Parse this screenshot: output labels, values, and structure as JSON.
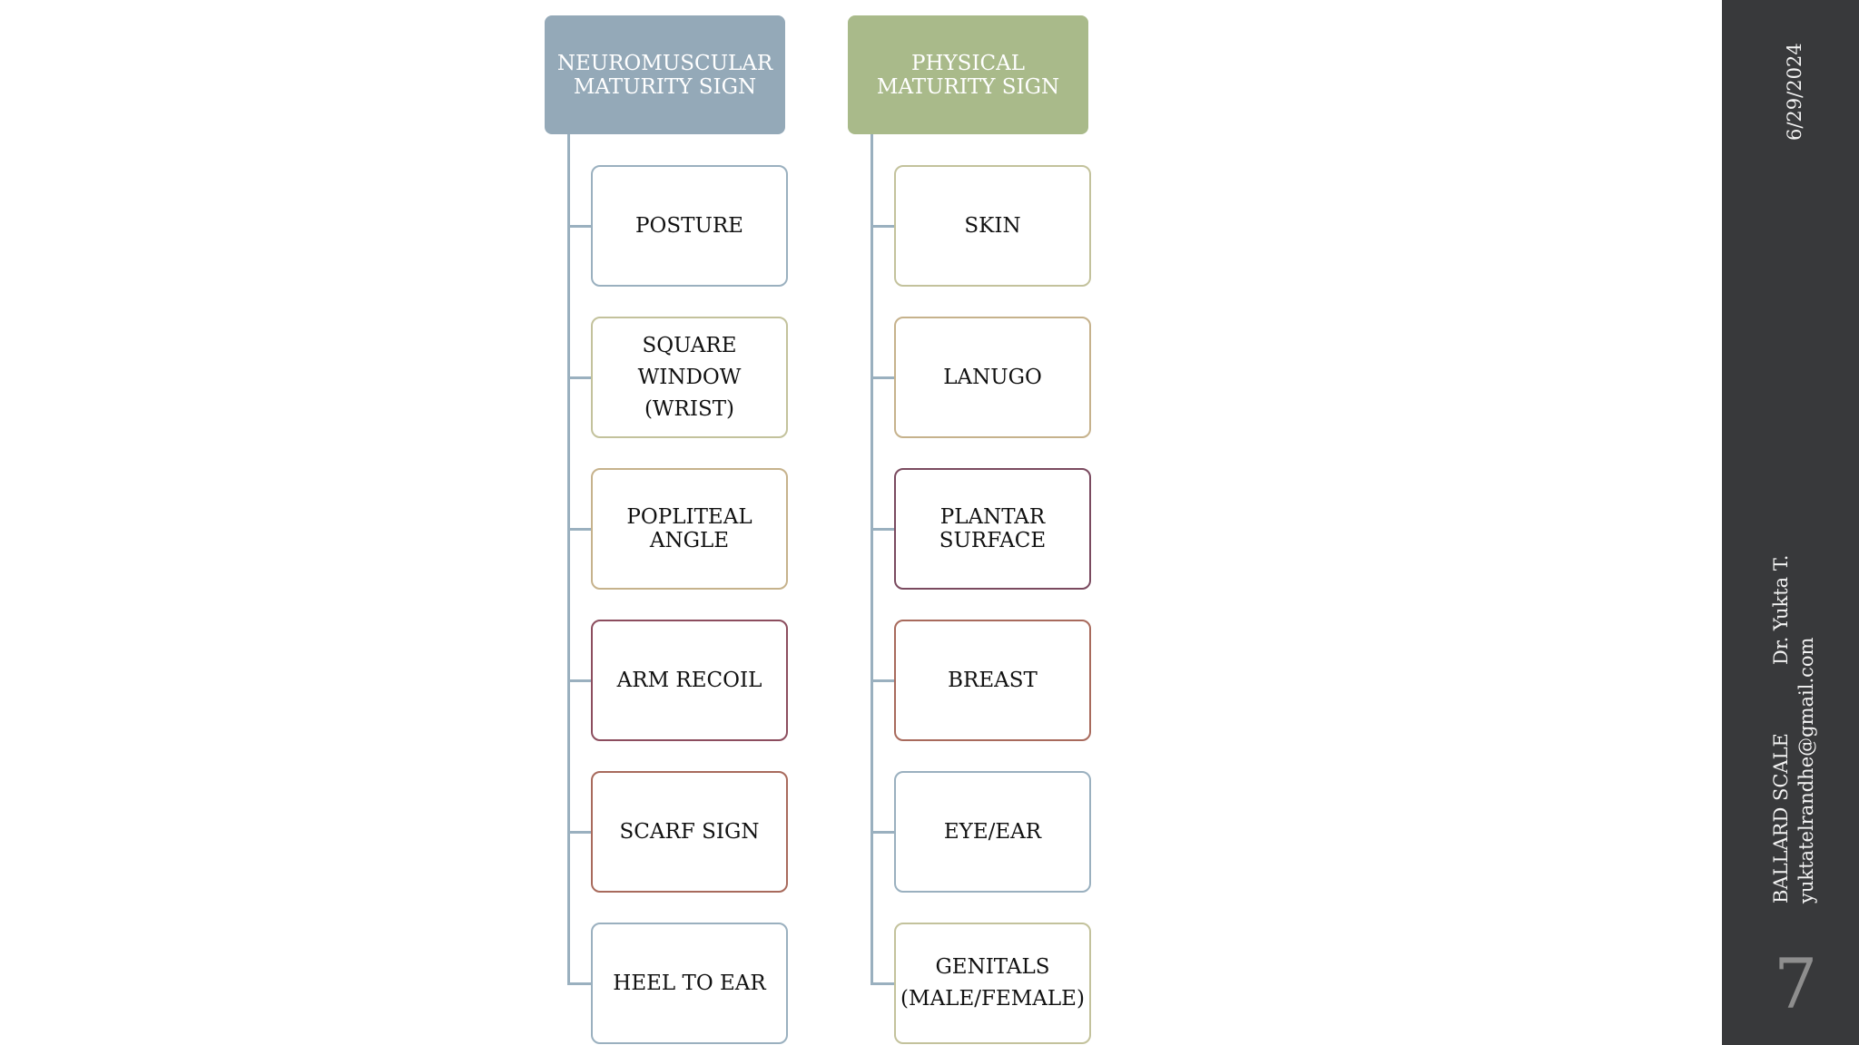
{
  "diagram": {
    "left_column": {
      "header": "NEUROMUSCULAR\nMATURITY SIGN",
      "header_color": "#94a9b8",
      "items": [
        {
          "label": "POSTURE",
          "border": "#9ab0bf"
        },
        {
          "label": "SQUARE\nWINDOW\n(WRIST)",
          "border": "#c3c29c"
        },
        {
          "label": "POPLITEAL\nANGLE",
          "border": "#c6b28c"
        },
        {
          "label": "ARM RECOIL",
          "border": "#8c4d5e"
        },
        {
          "label": "SCARF SIGN",
          "border": "#a86a5c"
        },
        {
          "label": "HEEL TO EAR",
          "border": "#9ab0bf"
        }
      ]
    },
    "right_column": {
      "header": "PHYSICAL\nMATURITY SIGN",
      "header_color": "#a9ba8a",
      "items": [
        {
          "label": "SKIN",
          "border": "#c3c29c"
        },
        {
          "label": "LANUGO",
          "border": "#c6b28c"
        },
        {
          "label": "PLANTAR\nSURFACE",
          "border": "#7a4a5f"
        },
        {
          "label": "BREAST",
          "border": "#a86a5c"
        },
        {
          "label": "EYE/EAR",
          "border": "#9ab0bf"
        },
        {
          "label": "GENITALS\n(MALE/FEMALE)",
          "border": "#c3c29c"
        }
      ]
    },
    "connector_color": "#9ab0bf"
  },
  "sidebar": {
    "date": "6/29/2024",
    "author": "Dr. Yukta T.",
    "title": "BALLARD SCALE",
    "email": "yuktatelrandhe@gmail.com",
    "slide_number": "7",
    "background": "#38393b"
  }
}
